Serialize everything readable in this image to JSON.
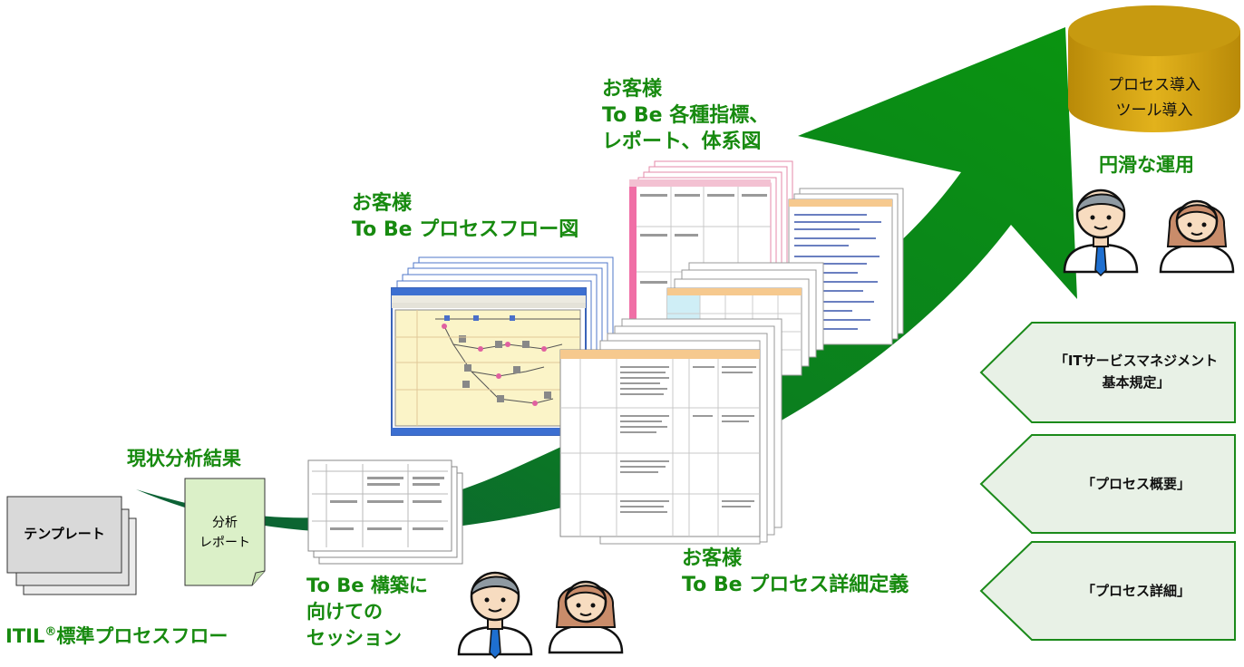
{
  "labels": {
    "itil_flow_prefix": "ITIL",
    "itil_flow_reg": "®",
    "itil_flow_suffix": "標準プロセスフロー",
    "current_analysis": "現状分析結果",
    "session": "To Be 構築に\n向けての\nセッション",
    "process_flow": "お客様\nTo Be プロセスフロー図",
    "metrics": "お客様\nTo Be 各種指標、\nレポート、体系図",
    "process_detail": "お客様\nTo Be プロセス詳細定義",
    "smooth_operation": "円滑な運用"
  },
  "template_box": "テンプレート",
  "analysis_doc": "分析\nレポート",
  "cylinder_text": "プロセス導入\nツール導入",
  "chevrons": [
    "「ITサービスマネジメント\n基本規定」",
    "「プロセス概要」",
    "「プロセス詳細」"
  ],
  "colors": {
    "arrow_green": "#0a8a12",
    "arrow_dark": "#0c5e38",
    "label_green": "#178a0f",
    "chevron_fill": "#e8f1e6",
    "chevron_stroke": "#1b8a1a",
    "cylinder_gold": "#d4a010"
  }
}
